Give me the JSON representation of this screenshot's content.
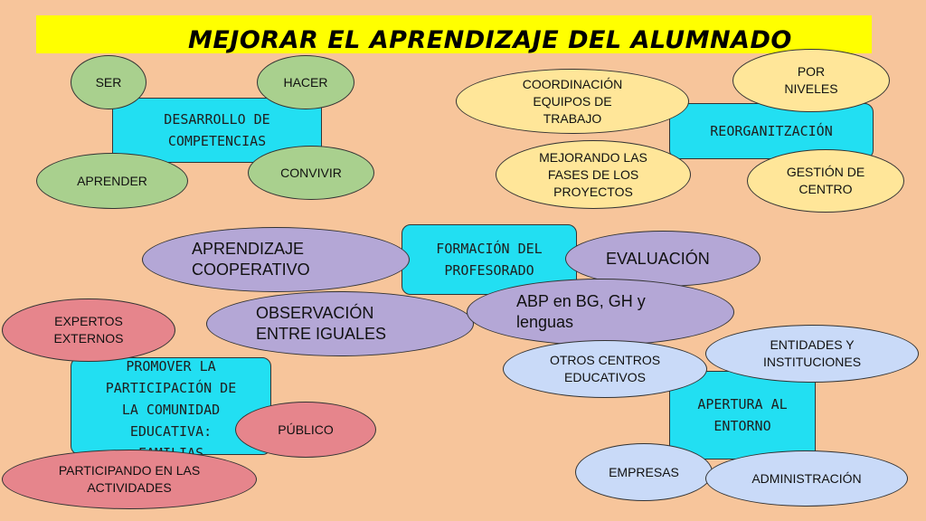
{
  "title": "MEJORAR EL APRENDIZAJE DEL ALUMNADO",
  "groups": {
    "competencias": {
      "box": [
        "DESARROLLO DE",
        "COMPETENCIAS"
      ],
      "ser": "SER",
      "hacer": "HACER",
      "aprender": "APRENDER",
      "convivir": "CONVIVIR"
    },
    "reorganizacion": {
      "box": "REORGANITZACIÓN",
      "coordinacion": [
        "COORDINACIÓN",
        "EQUIPOS DE",
        "TRABAJO"
      ],
      "niveles": [
        "POR",
        "NIVELES"
      ],
      "fases": [
        "MEJORANDO LAS",
        "FASES DE LOS",
        "PROYECTOS"
      ],
      "gestion": [
        "GESTIÓN DE",
        "CENTRO"
      ]
    },
    "formacion": {
      "box": [
        "FORMACIÓN DEL",
        "PROFESORADO"
      ],
      "cooperativo": [
        "APRENDIZAJE",
        "COOPERATIVO"
      ],
      "evaluacion": "EVALUACIÓN",
      "observacion": [
        "OBSERVACIÓN",
        "ENTRE IGUALES"
      ],
      "abp": [
        "ABP en BG, GH y",
        "lenguas"
      ]
    },
    "participacion": {
      "box": [
        "PROMOVER LA",
        "PARTICIPACIÓN DE",
        "LA COMUNIDAD",
        "EDUCATIVA:",
        "FAMILIAS"
      ],
      "expertos": [
        "EXPERTOS",
        "EXTERNOS"
      ],
      "publico": "PÚBLICO",
      "actividades": [
        "PARTICIPANDO EN LAS",
        "ACTIVIDADES"
      ]
    },
    "entorno": {
      "box": [
        "APERTURA AL",
        "ENTORNO"
      ],
      "centros": [
        "OTROS CENTROS",
        "EDUCATIVOS"
      ],
      "entidades": [
        "ENTIDADES Y",
        "INSTITUCIONES"
      ],
      "empresas": "EMPRESAS",
      "administracion": "ADMINISTRACIÓN"
    }
  },
  "colors": {
    "background": "#f7c59b",
    "title_bar": "#ffff00",
    "box": "#22dff2",
    "green": "#a9d08e",
    "yellow": "#ffe699",
    "purple": "#b4a7d6",
    "pink": "#e6858c",
    "blue": "#c9daf8"
  }
}
